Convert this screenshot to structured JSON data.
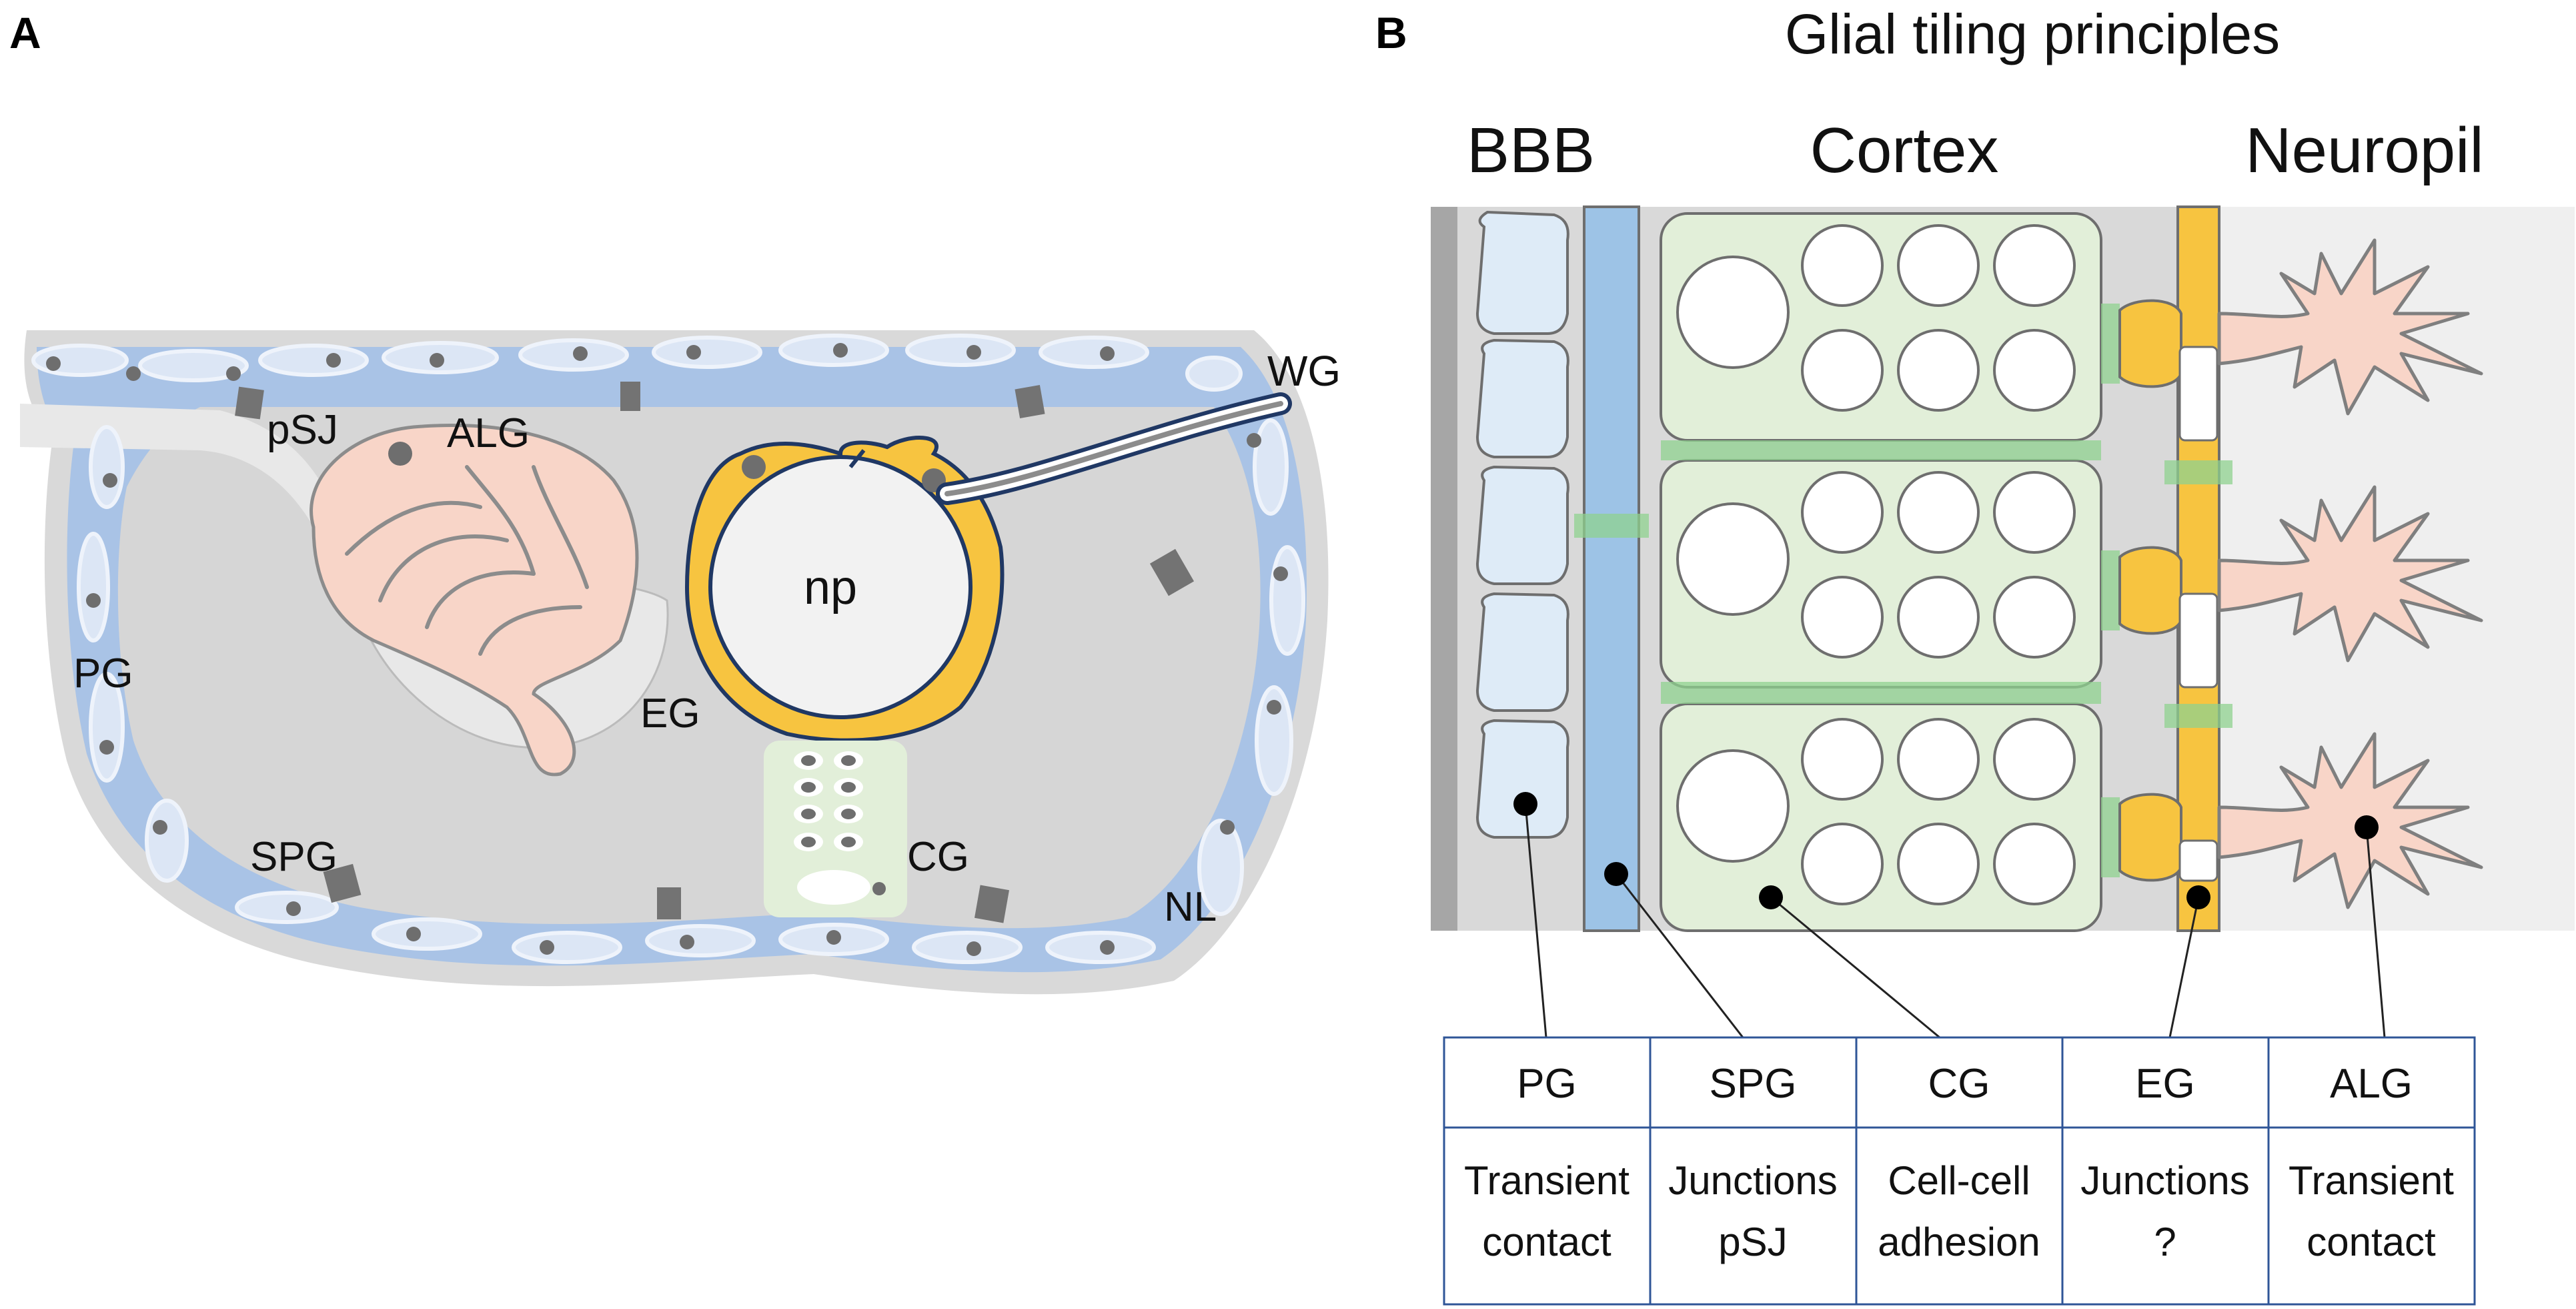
{
  "panel_a": {
    "letter": "A",
    "labels": {
      "psj": "pSJ",
      "alg": "ALG",
      "wg": "WG",
      "np": "np",
      "pg": "PG",
      "eg": "EG",
      "spg": "SPG",
      "cg": "CG",
      "nl": "NL"
    }
  },
  "panel_b": {
    "letter": "B",
    "title": "Glial tiling principles",
    "headers": {
      "bbb": "BBB",
      "cortex": "Cortex",
      "neuropil": "Neuropil"
    },
    "table": {
      "columns": [
        {
          "name": "PG",
          "line1": "Transient",
          "line2": "contact"
        },
        {
          "name": "SPG",
          "line1": "Junctions",
          "line2": "pSJ"
        },
        {
          "name": "CG",
          "line1": "Cell-cell",
          "line2": "adhesion"
        },
        {
          "name": "EG",
          "line1": "Junctions",
          "line2": "?"
        },
        {
          "name": "ALG",
          "line1": "Transient",
          "line2": "contact"
        }
      ]
    }
  },
  "colors": {
    "neurolemma": "#d9d9d9",
    "perineurial_glia": "#c5d4ee",
    "subperineurial_glia": "#a9c3e6",
    "sbp_blue": "#9dc3e6",
    "septate_junction": "#737373",
    "brain_gray": "#d6d6d6",
    "astrocyte": "#f8d5c8",
    "ensheathing_glia": "#f7c440",
    "cortex_glia": "#e2efd9",
    "junction_green": "#8fd18f"
  }
}
